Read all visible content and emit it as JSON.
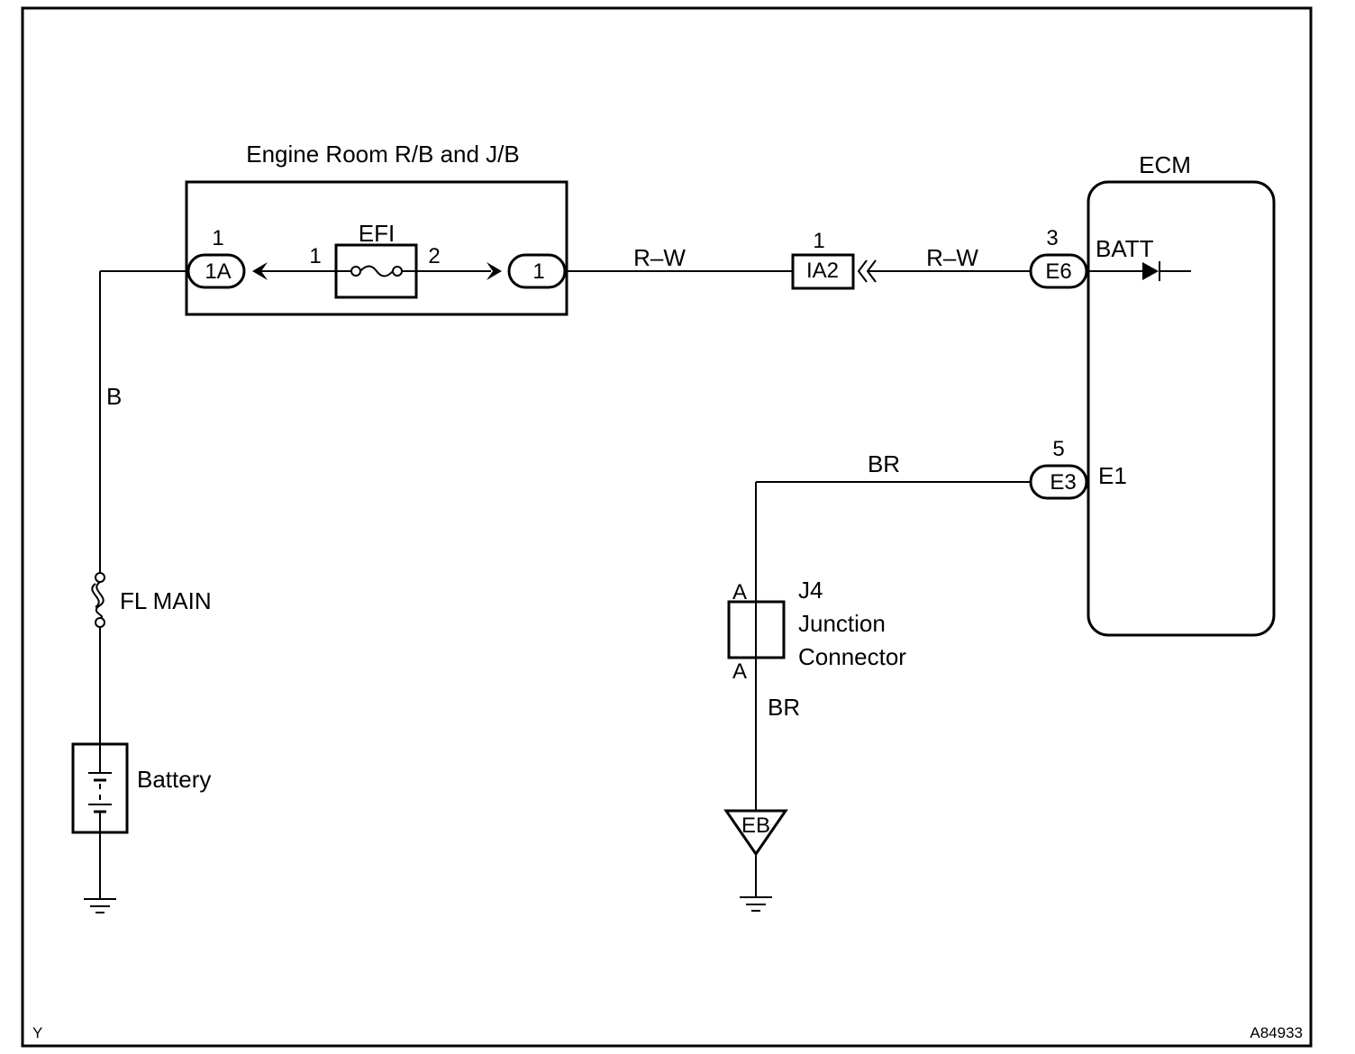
{
  "diagram": {
    "corner_left": "Y",
    "corner_right": "A84933",
    "engine_room": {
      "title": "Engine Room R/B and J/B",
      "left_pin": "1",
      "left_connector": "1A",
      "fuse_label": "EFI",
      "fuse_pin_left": "1",
      "fuse_pin_right": "2",
      "right_connector": "1"
    },
    "wire_top_left": "R–W",
    "ia2": {
      "pin": "1",
      "label": "IA2"
    },
    "wire_top_right": "R–W",
    "ecm": {
      "title": "ECM",
      "e6_pin": "3",
      "e6_label": "E6",
      "batt_label": "BATT",
      "e3_pin": "5",
      "e3_label": "E3",
      "e1_label": "E1"
    },
    "wire_b": "B",
    "fl_main": "FL MAIN",
    "battery": "Battery",
    "wire_br_top": "BR",
    "j4": {
      "pin_top": "A",
      "pin_bottom": "A",
      "name": "J4",
      "desc_line1": "Junction",
      "desc_line2": "Connector"
    },
    "wire_br_bottom": "BR",
    "ground_eb": "EB"
  }
}
